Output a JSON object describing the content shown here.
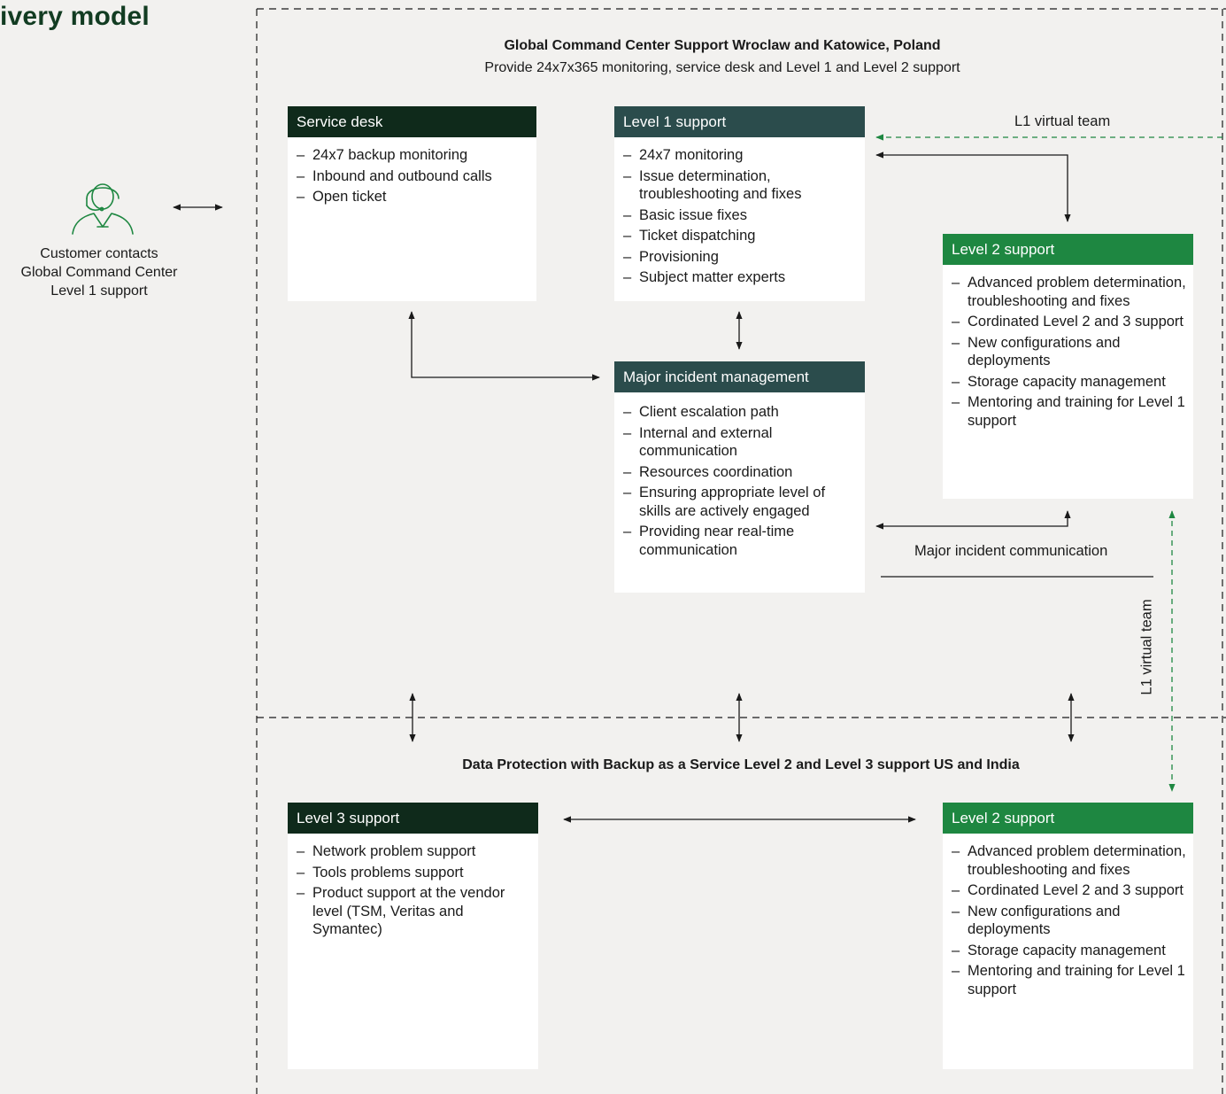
{
  "title": "ivery model",
  "customer": {
    "icon": "customer-service-agent-icon",
    "lines": [
      "Customer contacts",
      "Global Command Center",
      "Level 1 support"
    ]
  },
  "top_section": {
    "title": "Global Command Center Support Wroclaw and Katowice, Poland",
    "subtitle": "Provide 24x7x365 monitoring, service desk and Level 1 and Level 2 support"
  },
  "bottom_section": {
    "title": "Data Protection with Backup as a Service Level 2 and Level 3 support US and India"
  },
  "cards": {
    "service_desk": {
      "header": "Service desk",
      "items": [
        "24x7 backup monitoring",
        "Inbound and outbound calls",
        "Open ticket"
      ]
    },
    "level1": {
      "header": "Level 1 support",
      "items": [
        "24x7 monitoring",
        "Issue determination, troubleshooting and fixes",
        "Basic issue fixes",
        "Ticket dispatching",
        "Provisioning",
        "Subject matter experts"
      ]
    },
    "major_incident": {
      "header": "Major incident management",
      "items": [
        "Client escalation path",
        "Internal and external communication",
        "Resources coordination",
        "Ensuring appropriate level of skills are actively engaged",
        "Providing near real-time communication"
      ]
    },
    "level2_top": {
      "header": "Level 2 support",
      "items": [
        "Advanced problem determination, troubleshooting and fixes",
        "Cordinated Level 2 and 3 support",
        "New configurations and deployments",
        "Storage capacity management",
        "Mentoring and training for Level 1 support"
      ]
    },
    "level3": {
      "header": "Level 3 support",
      "items": [
        "Network problem support",
        "Tools problems support",
        "Product support at the vendor level (TSM, Veritas and Symantec)"
      ]
    },
    "level2_bottom": {
      "header": "Level 2 support",
      "items": [
        "Advanced problem determination, troubleshooting and fixes",
        "Cordinated Level 2 and 3 support",
        "New configurations and deployments",
        "Storage capacity management",
        "Mentoring and training for Level 1 support"
      ]
    }
  },
  "labels": {
    "l1_virtual_team_top": "L1 virtual team",
    "l1_virtual_team_side": "L1 virtual team",
    "major_incident_communication": "Major incident communication"
  },
  "colors": {
    "background": "#f2f1ef",
    "title": "#123c22",
    "dark_header": "#0f2a1b",
    "teal_header": "#2b4c4c",
    "green_header": "#1e8741",
    "virtual_team_line": "#1e8741"
  }
}
